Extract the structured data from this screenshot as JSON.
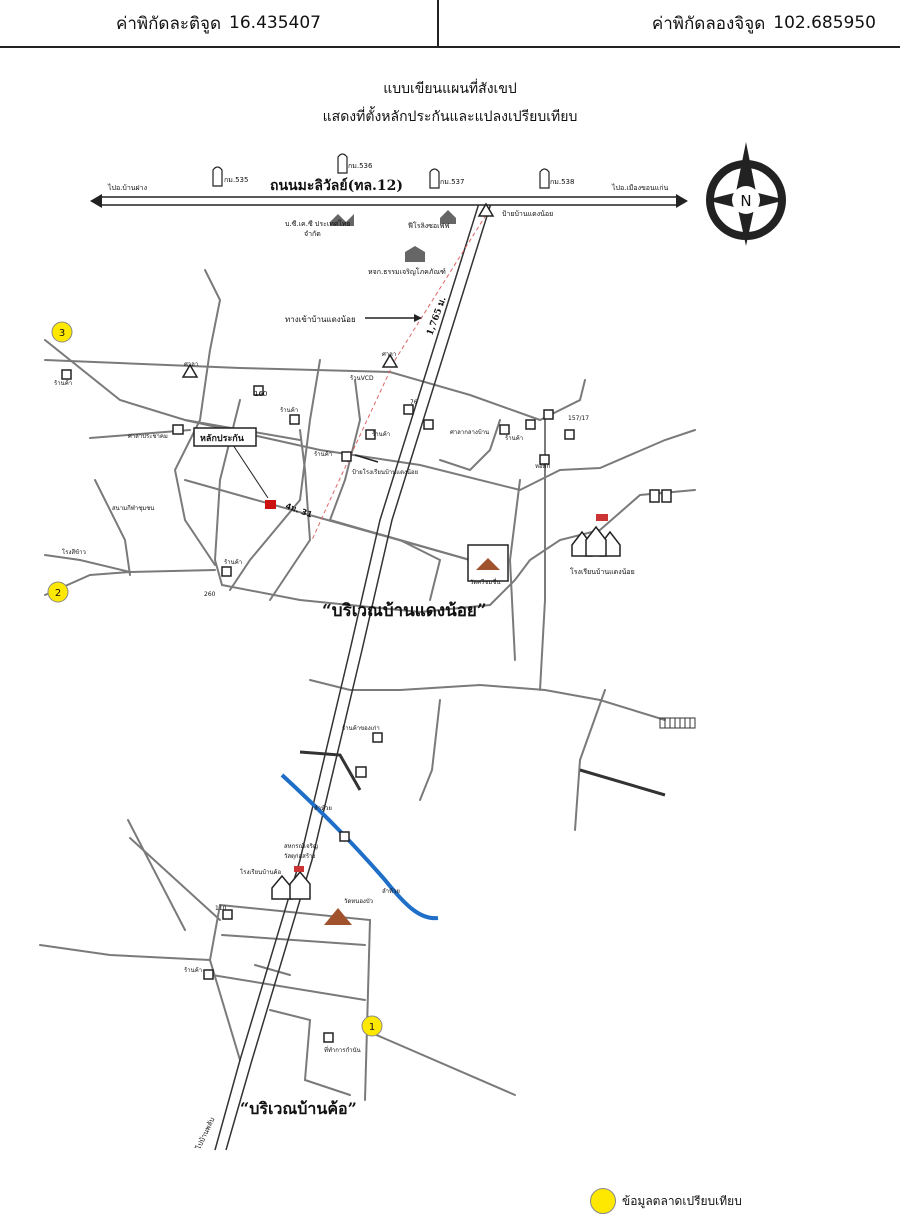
{
  "header": {
    "lat_label": "ค่าพิกัดละติจูด",
    "lat_value": "16.435407",
    "lon_label": "ค่าพิกัดลองจิจูด",
    "lon_value": "102.685950"
  },
  "titles": {
    "line1": "แบบเขียนแผนที่สังเขป",
    "line2": "แสดงที่ตั้งหลักประกันและแปลงเปรียบเทียบ"
  },
  "highway": {
    "name": "ถนนมะลิวัลย์(ทล.12)",
    "to_left": "ไปอ.บ้านฝาง",
    "to_right": "ไปอ.เมืองขอนแก่น",
    "km_markers": [
      "กม.535",
      "กม.536",
      "กม.537",
      "กม.538"
    ]
  },
  "labels": {
    "company1": "บ.ซี.เค.ซี ประเทศไทย",
    "company1b": "จำกัด",
    "company2": "ฟีโรลิงซอเฟฟ",
    "company3": "หจก.ธรรมเจริญโภคภัณฑ์",
    "village_sign": "ป้ายบ้านแดงน้อย",
    "entrance": "ทางเข้าบ้านแดงน้อย",
    "distance": "1,765 ม.",
    "collateral": "หลักประกัน",
    "road_width": "4ม. 31",
    "shop": "ร้านค้า",
    "pavilion": "ศาลา",
    "shop_vcd": "ร้านVCD",
    "village_pavilion": "ศาลาประชาคม",
    "sala_kaan": "ศาลากลางบ้าน",
    "hall": "หอพัก",
    "school_sign": "ป้ายโรงเรียนบ้านแดงน้อย",
    "field": "สนามกีฬาชุมชน",
    "mill": "โรงสีข้าว",
    "temple1": "วัดศรีชมชื่น",
    "school1": "โรงเรียนบ้านแดงน้อย",
    "area1": "“บริเวณบ้านแดงน้อย”",
    "gold_shop": "ร้านค้าของเก่า",
    "creek": "ลำห้วย",
    "creek2": "ลำห้วย",
    "coop": "สหกรณ์เจริญ",
    "coop2": "วัสดุก่อสร้าง",
    "school2": "โรงเรียนบ้านค้อ",
    "temple2": "วัดหนองบัว",
    "office": "ที่ทำการกำนัน",
    "area2": "“บริเวณบ้านค้อ”",
    "to_south": "ไปบ้านพลับ",
    "num_160": "160",
    "num_76": "76",
    "num_157": "157/17",
    "num_260": "260",
    "num_110": "110"
  },
  "markers": [
    {
      "id": "1",
      "label": "1"
    },
    {
      "id": "2",
      "label": "2"
    },
    {
      "id": "3",
      "label": "3"
    }
  ],
  "legend": {
    "text": "ข้อมูลตลาดเปรียบเทียบ"
  },
  "colors": {
    "marker": "#ffe800",
    "collateral": "#cc1111",
    "creek": "#1f6fc8",
    "road": "#7a7a7a"
  }
}
